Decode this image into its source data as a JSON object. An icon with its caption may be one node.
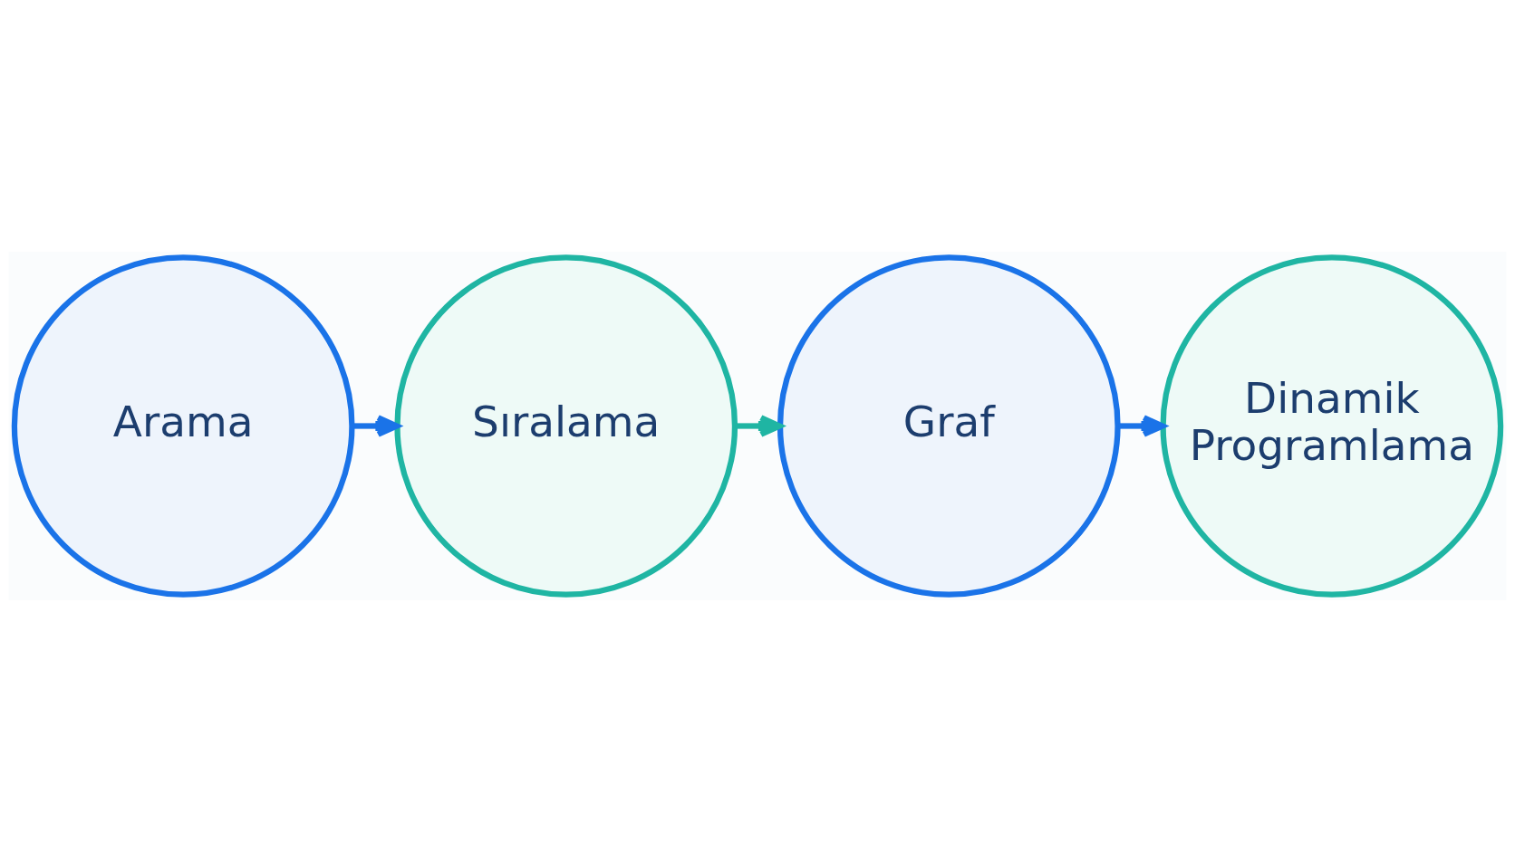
{
  "diagram": {
    "nodes": [
      {
        "text": [
          "Arama"
        ]
      },
      {
        "text": [
          "Sıralama"
        ]
      },
      {
        "text": [
          "Graf"
        ]
      },
      {
        "text": [
          "Dinamik Programlama"
        ]
      }
    ],
    "edges": [
      {
        "from": 0,
        "to": 1,
        "arrow": "to"
      },
      {
        "from": 1,
        "to": 2,
        "arrow": "to",
        "color": "#1fb5a3"
      },
      {
        "from": 2,
        "to": 3,
        "arrow": "to"
      }
    ]
  }
}
